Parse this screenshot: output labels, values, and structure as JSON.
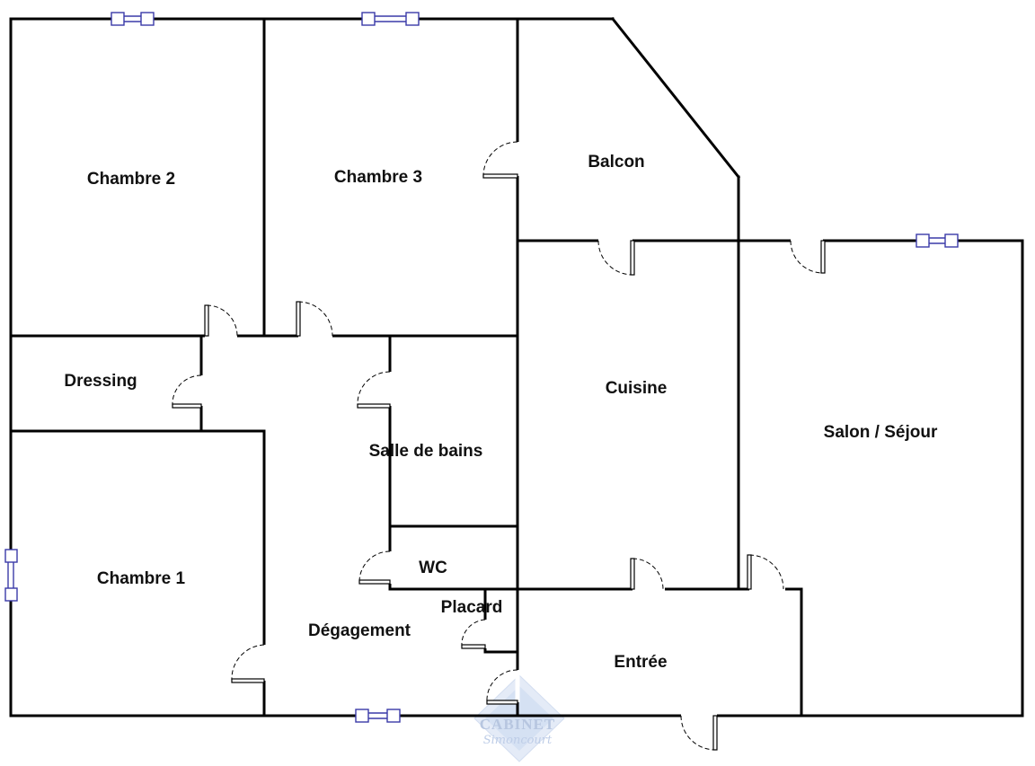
{
  "rooms": {
    "chambre2": "Chambre 2",
    "chambre3": "Chambre 3",
    "balcon": "Balcon",
    "dressing": "Dressing",
    "salle_de_bains": "Salle de bains",
    "cuisine": "Cuisine",
    "salon": "Salon / Séjour",
    "wc": "WC",
    "placard": "Placard",
    "chambre1": "Chambre 1",
    "degagement": "Dégagement",
    "entree": "Entrée"
  },
  "watermark": {
    "brand": "CABINET",
    "script": "Simoncourt"
  },
  "colors": {
    "wall": "#000000",
    "window": "#3a3aa8",
    "watermark": "#9fb3d6"
  }
}
